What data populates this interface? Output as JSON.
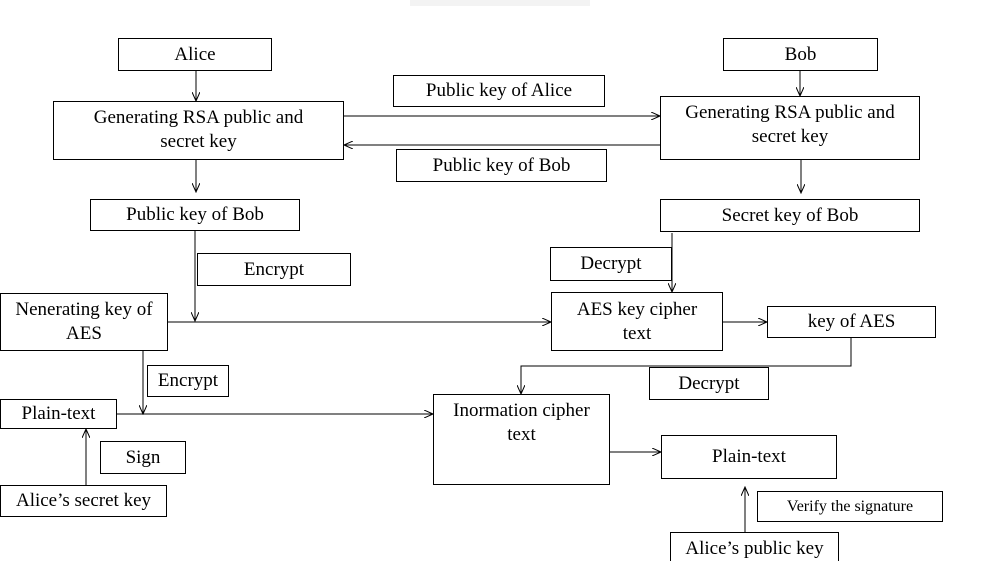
{
  "diagram": {
    "alice": "Alice",
    "bob": "Bob",
    "public_key_alice_label": "Public key of Alice",
    "public_key_bob_label": "Public key of Bob",
    "alice_generating": "Generating RSA public and\nsecret key",
    "bob_generating": "Generating RSA public and\nsecret key",
    "alice_public_key_of_bob": "Public key of Bob",
    "bob_secret_key": "Secret key of Bob",
    "encrypt_1": "Encrypt",
    "decrypt_1": "Decrypt",
    "nenerating_aes": "Nenerating key of\nAES",
    "aes_key_cipher": "AES key cipher\ntext",
    "key_of_aes": "key of AES",
    "encrypt_2": "Encrypt",
    "decrypt_2": "Decrypt",
    "plain_text_alice": "Plain-text",
    "information_cipher": "Inormation cipher\ntext",
    "plain_text_bob": "Plain-text",
    "sign": "Sign",
    "alice_secret_key": "Alice’s secret key",
    "verify_signature": "Verify the signature",
    "alice_public_key": "Alice’s public key"
  }
}
